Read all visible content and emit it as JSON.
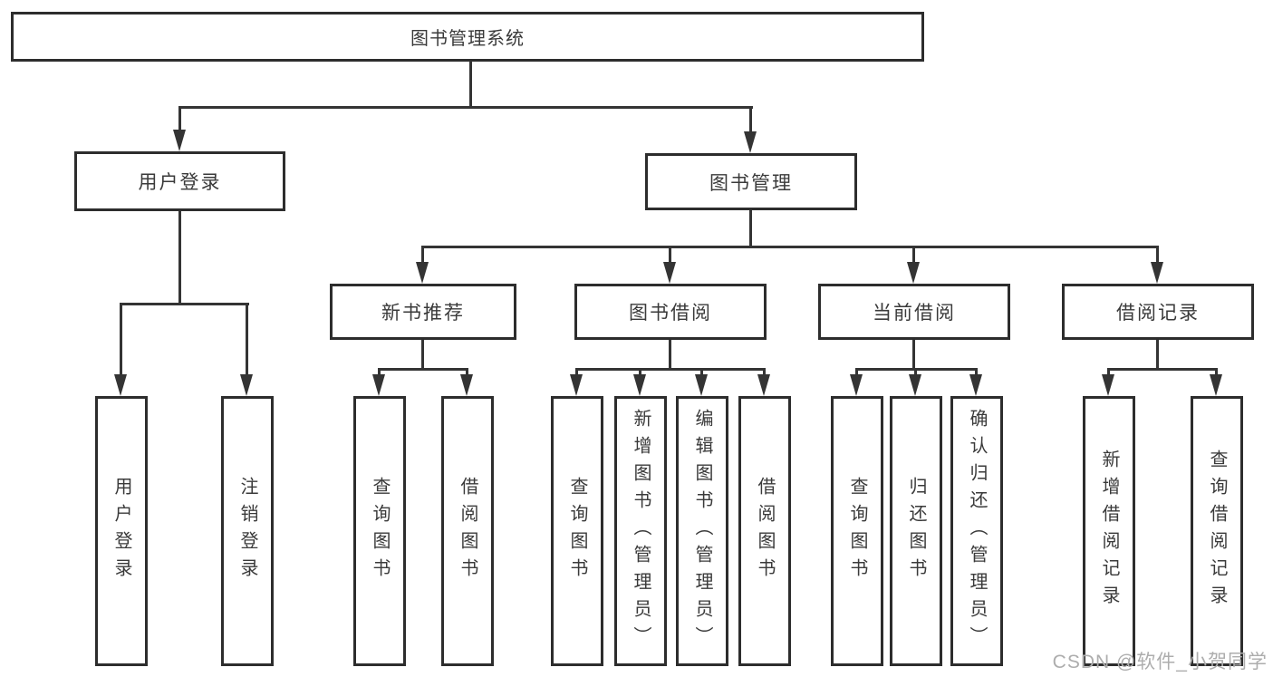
{
  "colors": {
    "background": "#ffffff",
    "box_border": "#2d2d2d",
    "connector_line": "#343434",
    "text": "#3a3a3a",
    "watermark": "#adadad"
  },
  "tree": {
    "root": "图书管理系统",
    "branches": [
      {
        "label": "用户登录",
        "children": [
          {
            "label": "用户登录"
          },
          {
            "label": "注销登录"
          }
        ]
      },
      {
        "label": "图书管理",
        "children": [
          {
            "label": "新书推荐",
            "children": [
              {
                "label": "查询图书"
              },
              {
                "label": "借阅图书"
              }
            ]
          },
          {
            "label": "图书借阅",
            "children": [
              {
                "label": "查询图书"
              },
              {
                "label": "新增图书（管理员）"
              },
              {
                "label": "编辑图书（管理员）"
              },
              {
                "label": "借阅图书"
              }
            ]
          },
          {
            "label": "当前借阅",
            "children": [
              {
                "label": "查询图书"
              },
              {
                "label": "归还图书"
              },
              {
                "label": "确认归还（管理员）"
              }
            ]
          },
          {
            "label": "借阅记录",
            "children": [
              {
                "label": "新增借阅记录"
              },
              {
                "label": "查询借阅记录"
              }
            ]
          }
        ]
      }
    ]
  },
  "watermark": "CSDN @软件_小贺同学"
}
